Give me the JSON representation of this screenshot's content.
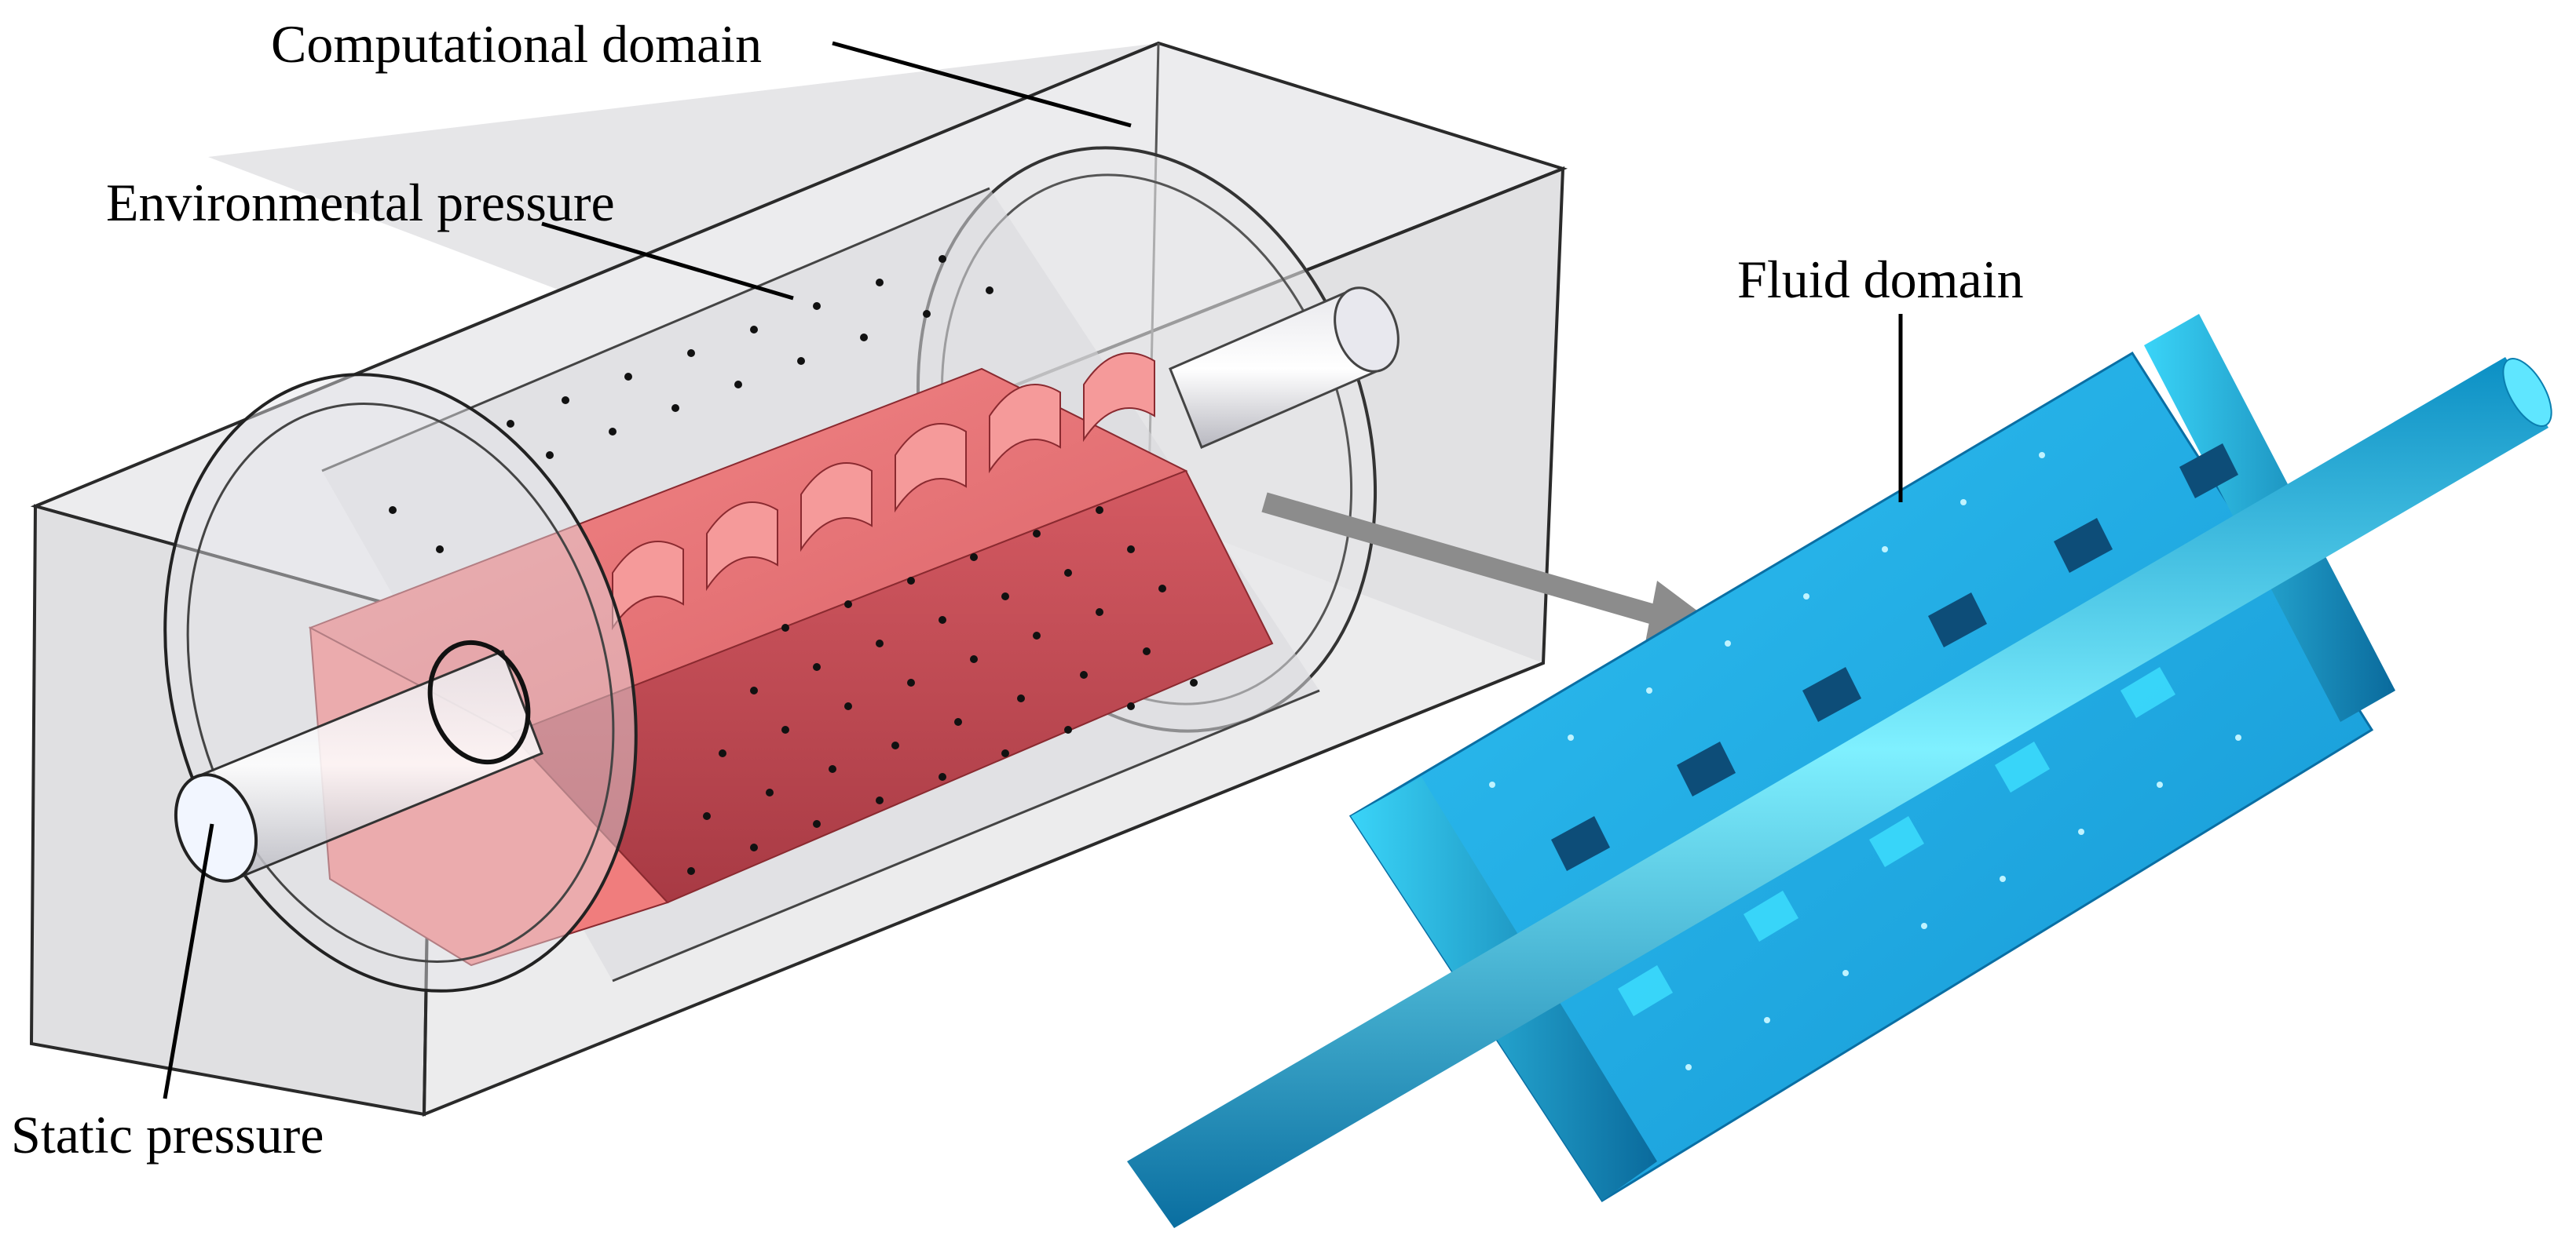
{
  "labels": {
    "computational_domain": "Computational domain",
    "environmental_pressure": "Environmental pressure",
    "fluid_domain": "Fluid domain",
    "static_pressure": "Static pressure"
  },
  "colors": {
    "box_fill": "#e4e4e6",
    "box_edge": "#2a2a2a",
    "rotor_red": "#f07d7d",
    "rotor_dark_red": "#c84a52",
    "fluid_blue": "#1aaeea",
    "fluid_dark": "#0a5f8c",
    "pipe_cyan": "#29d2f5",
    "arrow_gray": "#8c8c8c"
  }
}
